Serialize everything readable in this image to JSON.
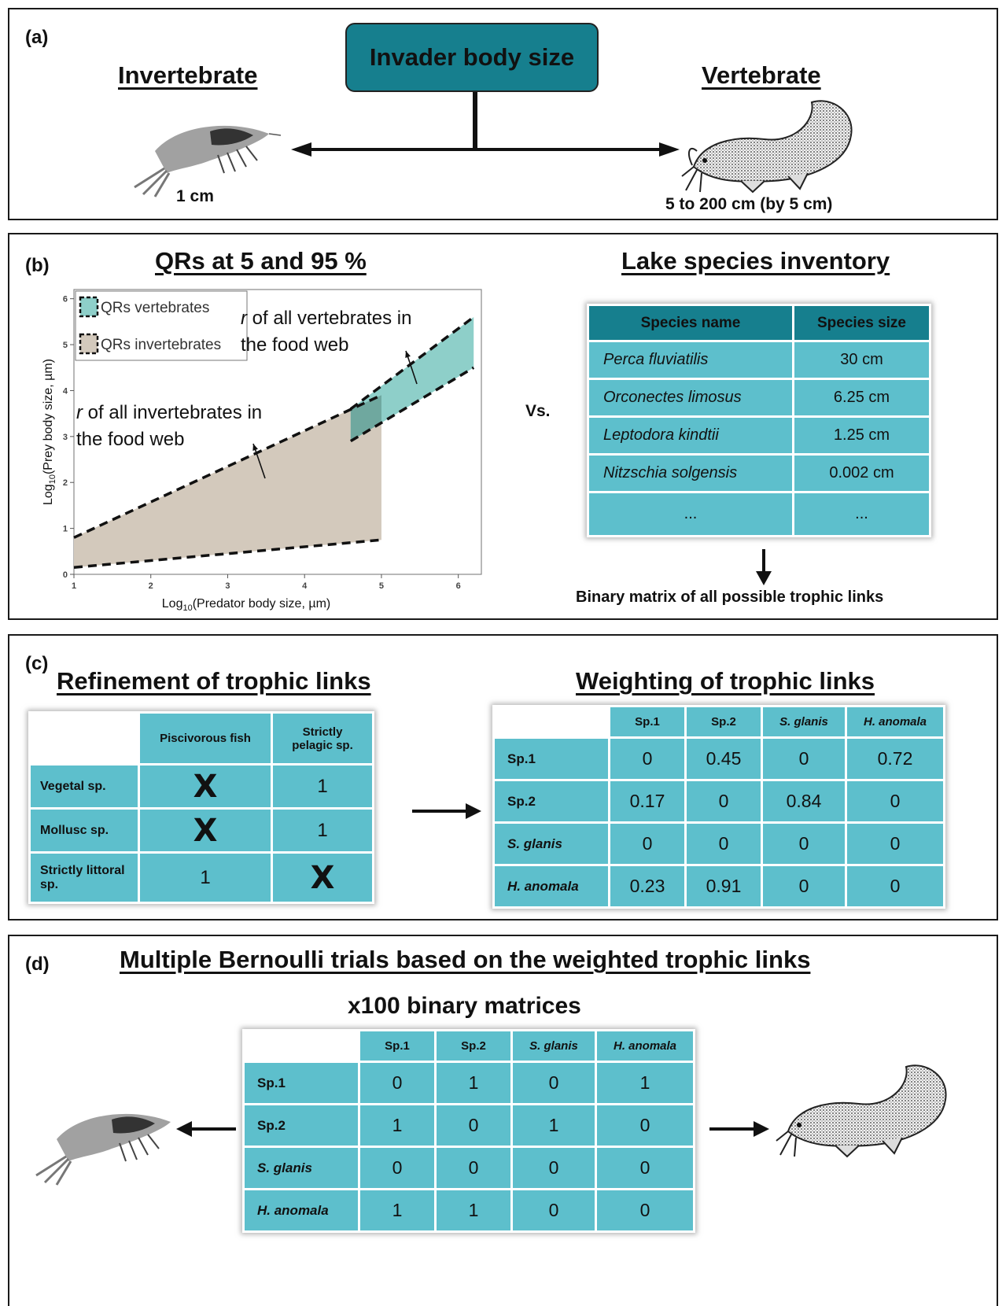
{
  "panel_a": {
    "label": "(a)",
    "center_box": "Invader body size",
    "left_title": "Invertebrate",
    "right_title": "Vertebrate",
    "left_size": "1 cm",
    "right_size": "5 to 200 cm (by 5 cm)",
    "left_icon": "shrimp-icon",
    "right_icon": "catfish-icon"
  },
  "panel_b": {
    "label": "(b)",
    "left_heading": "QRs at 5 and 95 %",
    "right_heading": "Lake species inventory",
    "vs": "Vs.",
    "legend": [
      "QRs vertebrates",
      "QRs invertebrates"
    ],
    "annot_vert": [
      "r",
      " of all vertebrates in",
      "the food web"
    ],
    "annot_invert": [
      "r",
      " of all invertebrates in",
      "the food web"
    ],
    "inventory_headers": [
      "Species name",
      "Species size"
    ],
    "inventory_rows": [
      [
        "Perca fluviatilis",
        "30 cm"
      ],
      [
        "Orconectes limosus",
        "6.25 cm"
      ],
      [
        "Leptodora kindtii",
        "1.25 cm"
      ],
      [
        "Nitzschia solgensis",
        "0.002 cm"
      ],
      [
        "...",
        "..."
      ]
    ],
    "binary_caption": "Binary matrix of all possible trophic links",
    "colors": {
      "vertebrates": "#8ecfc9",
      "invertebrates": "#d3c9bc",
      "overlap": "#6fa89f"
    }
  },
  "chart_data": {
    "type": "area",
    "xlabel_main": "Log",
    "xlabel_sub": "10",
    "xlabel_rest": "(Predator body size, µm)",
    "ylabel_main": "Log",
    "ylabel_sub": "10",
    "ylabel_rest": "(Prey body size, µm)",
    "xlim": [
      1,
      6.3
    ],
    "ylim": [
      0,
      6.2
    ],
    "xticks": [
      1,
      2,
      3,
      4,
      5,
      6
    ],
    "yticks": [
      0,
      1,
      2,
      3,
      4,
      5,
      6
    ],
    "series": [
      {
        "name": "QRs invertebrates",
        "upper": [
          [
            1,
            0.8
          ],
          [
            5,
            3.9
          ]
        ],
        "lower": [
          [
            1,
            0.15
          ],
          [
            3,
            0.45
          ],
          [
            5,
            0.75
          ]
        ]
      },
      {
        "name": "QRs vertebrates",
        "upper": [
          [
            4.6,
            3.6
          ],
          [
            6.2,
            5.6
          ]
        ],
        "lower": [
          [
            4.6,
            2.9
          ],
          [
            6.2,
            4.5
          ]
        ]
      }
    ]
  },
  "panel_c": {
    "label": "(c)",
    "left_heading": "Refinement of trophic links",
    "right_heading": "Weighting of trophic links",
    "refine_headers": [
      "Piscivorous fish",
      "Strictly pelagic sp."
    ],
    "refine_rows": [
      {
        "name": "Vegetal sp.",
        "cells": [
          "X",
          "1"
        ]
      },
      {
        "name": "Mollusc sp.",
        "cells": [
          "X",
          "1"
        ]
      },
      {
        "name": "Strictly littoral sp.",
        "cells": [
          "1",
          "X"
        ]
      }
    ],
    "weight_headers": [
      "Sp.1",
      "Sp.2",
      "S. glanis",
      "H. anomala"
    ],
    "weight_rows": [
      {
        "name": "Sp.1",
        "cells": [
          "0",
          "0.45",
          "0",
          "0.72"
        ]
      },
      {
        "name": "Sp.2",
        "cells": [
          "0.17",
          "0",
          "0.84",
          "0"
        ]
      },
      {
        "name": "S. glanis",
        "cells": [
          "0",
          "0",
          "0",
          "0"
        ]
      },
      {
        "name": "H. anomala",
        "cells": [
          "0.23",
          "0.91",
          "0",
          "0"
        ]
      }
    ]
  },
  "panel_d": {
    "label": "(d)",
    "heading": "Multiple Bernoulli trials based on the weighted trophic links",
    "subheading": "x100 binary matrices",
    "headers": [
      "Sp.1",
      "Sp.2",
      "S. glanis",
      "H. anomala"
    ],
    "rows": [
      {
        "name": "Sp.1",
        "cells": [
          "0",
          "1",
          "0",
          "1"
        ]
      },
      {
        "name": "Sp.2",
        "cells": [
          "1",
          "0",
          "1",
          "0"
        ]
      },
      {
        "name": "S. glanis",
        "cells": [
          "0",
          "0",
          "0",
          "0"
        ]
      },
      {
        "name": "H. anomala",
        "cells": [
          "1",
          "1",
          "0",
          "0"
        ]
      }
    ]
  }
}
